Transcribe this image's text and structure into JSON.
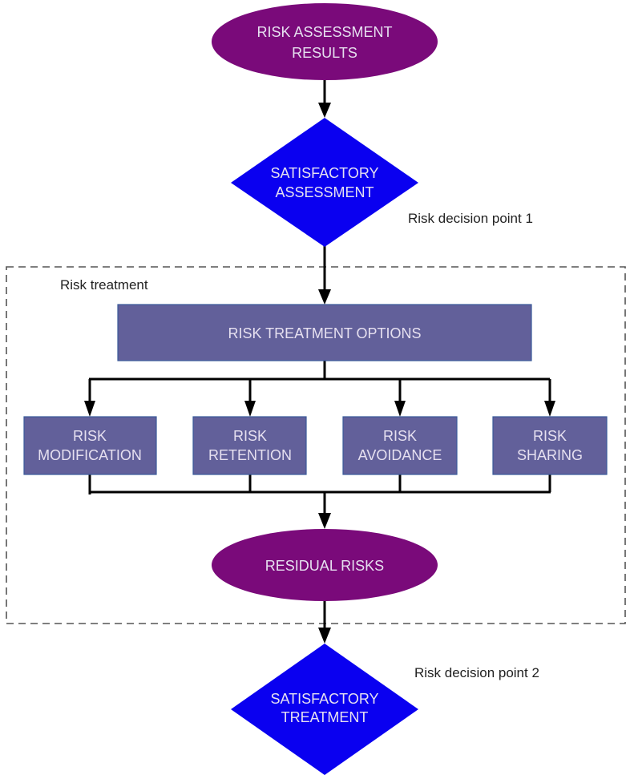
{
  "colors": {
    "ellipse_fill": "#7a0a7a",
    "diamond_fill": "#0a00f0",
    "box_fill": "#62609a",
    "box_border": "#3a5a9a",
    "connector": "#000000",
    "dashed_border": "#555555",
    "node_text": "#e6e0f0"
  },
  "nodes": {
    "start": {
      "line1": "RISK ASSESSMENT",
      "line2": "RESULTS"
    },
    "decision1": {
      "line1": "SATISFACTORY",
      "line2": "ASSESSMENT"
    },
    "options": {
      "label": "RISK TREATMENT OPTIONS"
    },
    "modification": {
      "line1": "RISK",
      "line2": "MODIFICATION"
    },
    "retention": {
      "line1": "RISK",
      "line2": "RETENTION"
    },
    "avoidance": {
      "line1": "RISK",
      "line2": "AVOIDANCE"
    },
    "sharing": {
      "line1": "RISK",
      "line2": "SHARING"
    },
    "residual": {
      "label": "RESIDUAL RISKS"
    },
    "decision2": {
      "line1": "SATISFACTORY",
      "line2": "TREATMENT"
    }
  },
  "labels": {
    "decision_point_1": "Risk decision point 1",
    "decision_point_2": "Risk decision point 2",
    "group": "Risk treatment"
  }
}
